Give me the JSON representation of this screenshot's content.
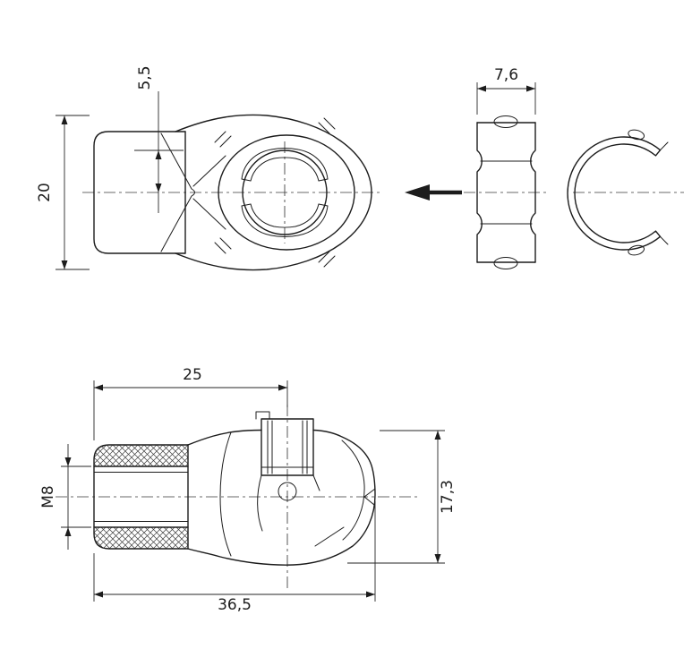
{
  "drawing": {
    "background": "#ffffff",
    "edge_color": "#1c1c1c",
    "dim_color": "#1c1c1c",
    "views": {
      "top": {
        "offset_label": "5,5",
        "height_label": "20"
      },
      "clip_side": {
        "width_label": "7,6"
      },
      "section": {
        "groove_label": "25",
        "thread_label": "M8",
        "head_height_label": "17,3",
        "length_label": "36,5"
      }
    },
    "arrow": {
      "direction": "left"
    }
  }
}
